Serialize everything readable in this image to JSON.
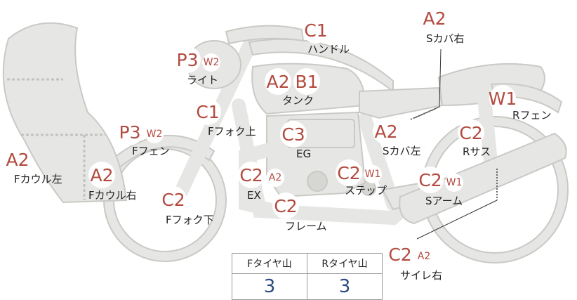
{
  "labels": {
    "handle": "ハンドル",
    "light": "ライト",
    "tank": "タンク",
    "front_fork_upper": "Fフォク上",
    "front_fender": "Fフェン",
    "engine": "EG",
    "side_cover_right": "Sカバ右",
    "side_cover_left": "Sカバ左",
    "rear_fender": "Rフェン",
    "rear_suspension": "Rサス",
    "front_cowl_left": "Fカウル左",
    "front_cowl_right": "Fカウル右",
    "exhaust": "EX",
    "step": "ステップ",
    "swing_arm": "Sアーム",
    "front_fork_lower": "Fフォク下",
    "frame": "フレーム",
    "silencer_right": "サイレ右"
  },
  "badges": {
    "handle": "C1",
    "light": "P3",
    "light_sub": "W2",
    "tank_1": "A2",
    "tank_2": "B1",
    "front_fork_upper": "C1",
    "front_fender": "P3",
    "front_fender_sub": "W2",
    "engine": "C3",
    "side_cover_right": "A2",
    "side_cover_left": "A2",
    "rear_fender": "W1",
    "rear_suspension": "C2",
    "front_cowl_left": "A2",
    "front_cowl_right": "A2",
    "exhaust": "C2",
    "exhaust_sub": "A2",
    "step": "C2",
    "step_sub": "W1",
    "swing_arm": "C2",
    "swing_arm_sub": "W1",
    "front_fork_lower": "C2",
    "frame": "C2",
    "silencer_right": "C2",
    "silencer_right_sub": "A2"
  },
  "tread_table": {
    "front_header": "Fタイヤ山",
    "rear_header": "Rタイヤ山",
    "front_value": "3",
    "rear_value": "3"
  },
  "colors": {
    "badge_text": "#b34a3f",
    "part_fill": "#e6e6e4",
    "tread_value": "#2b4a80"
  }
}
